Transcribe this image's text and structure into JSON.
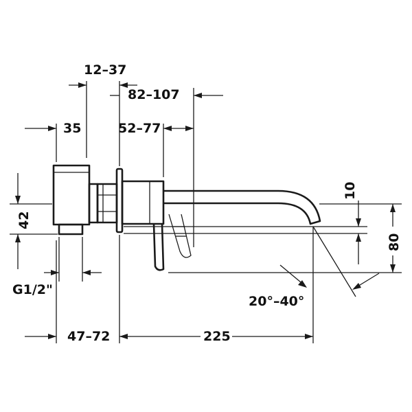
{
  "diagram": {
    "dimensions": {
      "d_12_37": "12–37",
      "d_82_107": "82–107",
      "d_35": "35",
      "d_52_77": "52–77",
      "d_42": "42",
      "d_10": "10",
      "d_80": "80",
      "d_g12": "G1/2\"",
      "d_angle": "20°–40°",
      "d_47_72": "47–72",
      "d_225": "225"
    },
    "colors": {
      "stroke": "#1a1a1a",
      "background": "#ffffff"
    }
  }
}
